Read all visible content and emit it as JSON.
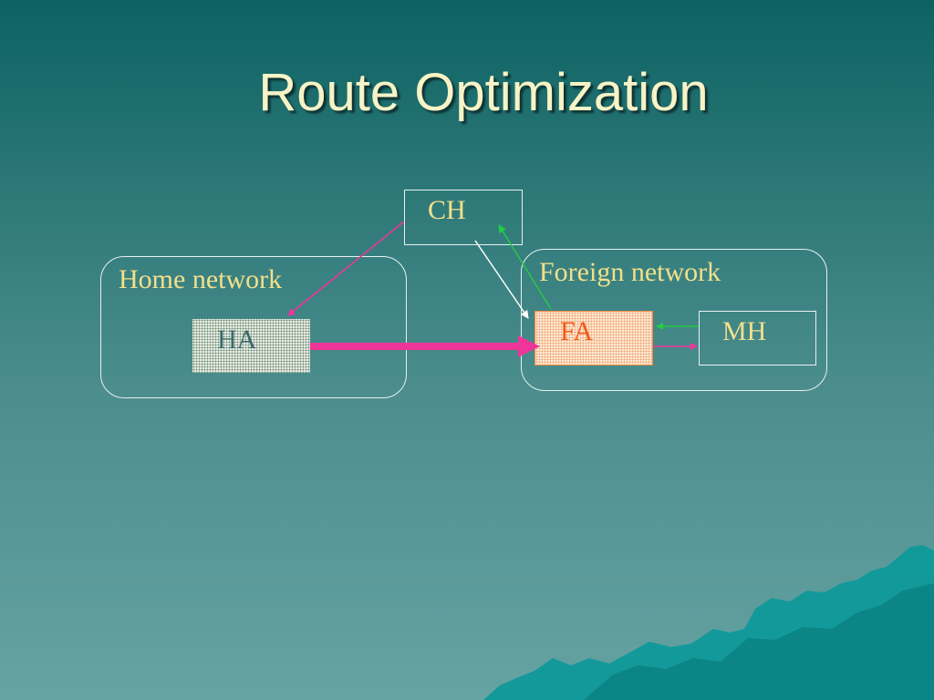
{
  "slide": {
    "title": "Route Optimization"
  },
  "diagram": {
    "home_network_label": "Home network",
    "foreign_network_label": "Foreign network",
    "nodes": {
      "ch": "CH",
      "ha": "HA",
      "fa": "FA",
      "mh": "MH"
    }
  },
  "colors": {
    "title_text": "#f7f3c6",
    "label_text": "#f2e08a",
    "fa_text": "#f05a1a",
    "ha_text": "#3a6a6a",
    "tunnel_arrow": "#f0359a",
    "green_arrow": "#22cc44",
    "white_arrow": "#ffffff",
    "mountain": "#0f9999"
  }
}
